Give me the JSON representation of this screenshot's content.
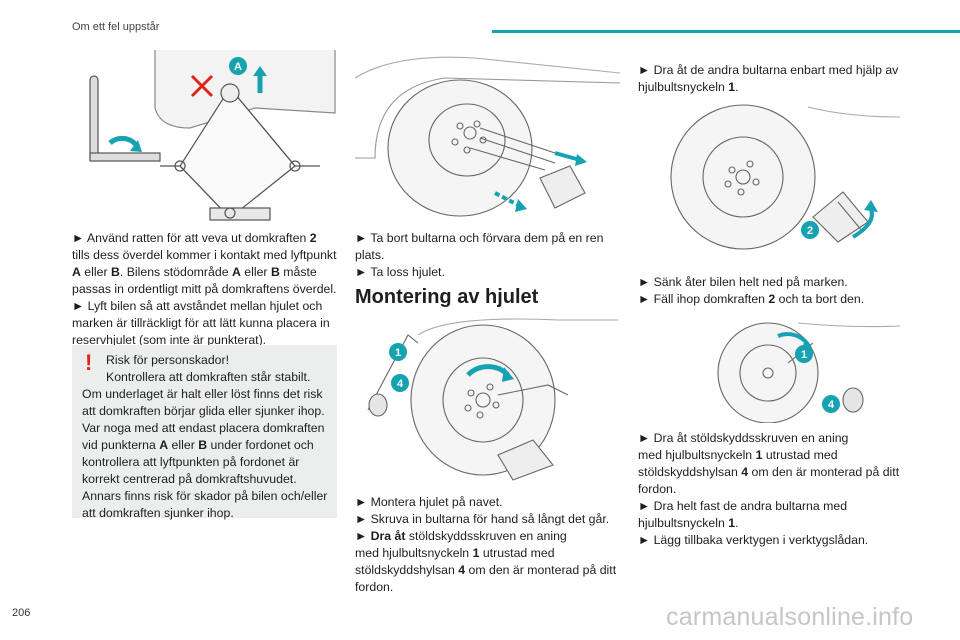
{
  "header": {
    "section_title": "Om ett fel uppstår"
  },
  "page_number": "206",
  "watermark": "carmanualsonline.info",
  "col1": {
    "fig_labels": [
      "A"
    ],
    "p1": {
      "pre": "► Använd ratten för att veva ut domkraften ",
      "num": "2",
      "mid1": " tills dess överdel kommer i kontakt med lyftpunkt ",
      "a": "A",
      "mid2": " eller ",
      "b": "B",
      "post": ". Bilens stödområde ",
      "a2": "A",
      "mid3": " eller ",
      "b2": "B",
      "post2": " måste passas in ordentligt mitt på domkraftens överdel."
    },
    "p2": "► Lyft bilen så att avståndet mellan hjulet och marken är tillräckligt för att lätt kunna placera in reservhjulet (som inte är punkterat).",
    "warning": {
      "icon": "!",
      "line1": "Risk för personskador!",
      "line2": "Kontrollera att domkraften står stabilt.",
      "line3": "Om underlaget är halt eller löst finns det risk att domkraften börjar glida eller sjunker ihop.",
      "line4": {
        "pre": "Var noga med att endast placera domkraften vid punkterna ",
        "a": "A",
        "mid": " eller ",
        "b": "B",
        "post": " under fordonet och kontrollera att lyftpunkten på fordonet är korrekt centrerad på domkraftshuvudet."
      },
      "line5": "Annars finns risk för skador på bilen och/eller att domkraften sjunker ihop."
    }
  },
  "col2": {
    "p1": "► Ta bort bultarna och förvara dem på en ren plats.",
    "p2": "► Ta loss hjulet.",
    "heading": "Montering av hjulet",
    "fig_labels": [
      "1",
      "4"
    ],
    "p3": "► Montera hjulet på navet.",
    "p4": "► Skruva in bultarna för hand så långt det går.",
    "p5": {
      "pre": "► ",
      "bold": "Dra åt",
      "post": " stöldskyddsskruven en aning"
    },
    "p6": {
      "pre": "med hjulbultsnyckeln ",
      "num1": "1",
      "mid": " utrustad med stöldskyddshylsan ",
      "num4": "4",
      "post": " om den är monterad på ditt fordon."
    }
  },
  "col3": {
    "p1": {
      "pre": "► Dra åt de andra bultarna enbart med hjälp av hjulbultsnyckeln ",
      "num": "1",
      "post": "."
    },
    "fig1_labels": [
      "2"
    ],
    "p2": "► Sänk åter bilen helt ned på marken.",
    "p3": {
      "pre": "► Fäll ihop domkraften ",
      "num": "2",
      "post": " och ta bort den."
    },
    "fig2_labels": [
      "1",
      "4"
    ],
    "p4": "► Dra åt stöldskyddsskruven en aning",
    "p5": {
      "pre": "med hjulbultsnyckeln ",
      "num1": "1",
      "mid": " utrustad med stöldskyddshylsan ",
      "num4": "4",
      "post": " om den är monterad på ditt fordon."
    },
    "p6": "►  Dra helt fast de andra bultarna med",
    "p7": {
      "pre": "hjulbultsnyckeln ",
      "num": "1",
      "post": "."
    },
    "p8": "► Lägg tillbaka verktygen i verktygslådan."
  },
  "colors": {
    "accent": "#17a2b2",
    "warning_red": "#e2231a",
    "warning_bg": "#eceeee"
  }
}
